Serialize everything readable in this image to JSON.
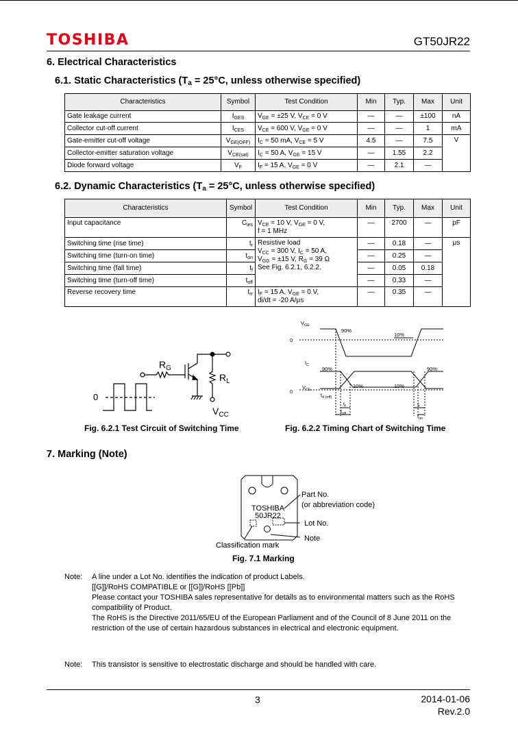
{
  "header": {
    "logo": "TOSHIBA",
    "part_number": "GT50JR22"
  },
  "section6": {
    "title": "6.  Electrical Characteristics"
  },
  "section61": {
    "title": "6.1.  Static Characteristics (T",
    "sub": "a",
    "rest": " = 25°C, unless otherwise specified)"
  },
  "section62": {
    "title": "6.2.  Dynamic Characteristics (T",
    "sub": "a",
    "rest": " = 25°C, unless otherwise specified)"
  },
  "table_headers": {
    "characteristics": "Characteristics",
    "symbol": "Symbol",
    "condition": "Test Condition",
    "min": "Min",
    "typ": "Typ.",
    "max": "Max",
    "unit": "Unit"
  },
  "static": {
    "rows": [
      {
        "name": "Gate leakage current",
        "sym": "I",
        "sym_sub": "GES",
        "min": "—",
        "typ": "—",
        "max": "±100",
        "unit": "nA"
      },
      {
        "name": "Collector cut-off current",
        "sym": "I",
        "sym_sub": "CES",
        "min": "—",
        "typ": "—",
        "max": "1",
        "unit": "mA"
      },
      {
        "name": "Gate-emitter cut-off voltage",
        "sym": "V",
        "sym_sub": "GE(OFF)",
        "min": "4.5",
        "typ": "—",
        "max": "7.5",
        "unit": "V"
      },
      {
        "name": "Collector-emitter saturation voltage",
        "sym": "V",
        "sym_sub": "CE(sat)",
        "min": "—",
        "typ": "1.55",
        "max": "2.2"
      },
      {
        "name": "Diode forward voltage",
        "sym": "V",
        "sym_sub": "F",
        "min": "—",
        "typ": "2.1",
        "max": "—"
      }
    ]
  },
  "dynamic": {
    "rows": [
      {
        "name": "Input capacitance",
        "sym": "C",
        "sym_sub": "ies",
        "min": "—",
        "typ": "2700",
        "max": "—",
        "unit": "pF"
      },
      {
        "name": "Switching time (rise time)",
        "sym": "t",
        "sym_sub": "r",
        "min": "—",
        "typ": "0.18",
        "max": "—",
        "unit": "μs"
      },
      {
        "name": "Switching time (turn-on time)",
        "sym": "t",
        "sym_sub": "on",
        "min": "—",
        "typ": "0.25",
        "max": "—"
      },
      {
        "name": "Switching time (fall time)",
        "sym": "t",
        "sym_sub": "f",
        "min": "—",
        "typ": "0.05",
        "max": "0.18"
      },
      {
        "name": "Switching time (turn-off time)",
        "sym": "t",
        "sym_sub": "off",
        "min": "—",
        "typ": "0.33",
        "max": "—"
      },
      {
        "name": "Reverse recovery time",
        "sym": "t",
        "sym_sub": "rr",
        "min": "—",
        "typ": "0.35",
        "max": "—"
      }
    ],
    "switch_condition_line1": "Resistive load",
    "switch_condition_line4": "See Fig. 6.2.1, 6.2.2."
  },
  "figures": {
    "circuit": {
      "rg": "R",
      "rg_sub": "G",
      "rl": "R",
      "rl_sub": "L",
      "vcc": "V",
      "vcc_sub": "CC",
      "zero": "0"
    },
    "timing": {
      "vge": "V",
      "vge_sub": "GE",
      "ic": "I",
      "ic_sub": "C",
      "vce": "V",
      "vce_sub": "CE",
      "zero": "0",
      "p90": "90%",
      "p10": "10%",
      "td": "t",
      "td_sub": "d (off)",
      "tf": "t",
      "tf_sub": "f",
      "toff": "t",
      "toff_sub": "off",
      "tr": "t",
      "tr_sub": "r",
      "ton": "t",
      "ton_sub": "on"
    },
    "fig621": "Fig. 6.2.1    Test Circuit of Switching Time",
    "fig622": "Fig. 6.2.2    Timing Chart of Switching Time"
  },
  "section7": {
    "title": "7.  Marking (Note)"
  },
  "marking": {
    "brand": "TOSHIBA",
    "code": "50JR22",
    "part_label": "Part No.",
    "abbrev": "(or abbreviation code)",
    "lot": "Lot No.",
    "note": "Note",
    "classification": "Classification mark",
    "caption": "Fig. 7.1    Marking"
  },
  "notes": {
    "label": "Note:",
    "para1": "A line under a Lot No. identifies the indication of product Labels.",
    "para2": "[[G]]/RoHS COMPATIBLE or [[G]]/RoHS [[Pb]]",
    "para3": "Please contact your TOSHIBA sales representative for details as to environmental matters such as the RoHS compatibility of Product.",
    "para4": "The RoHS is the Directive 2011/65/EU of the European Parliament and of the Council of 8 June 2011 on the restriction of the use of certain hazardous substances in electrical and electronic equipment.",
    "label2": "Note:",
    "esd": "This transistor is sensitive to electrostatic discharge and should be handled with care."
  },
  "footer": {
    "page": "3",
    "date": "2014-01-06",
    "rev": "Rev.2.0"
  }
}
